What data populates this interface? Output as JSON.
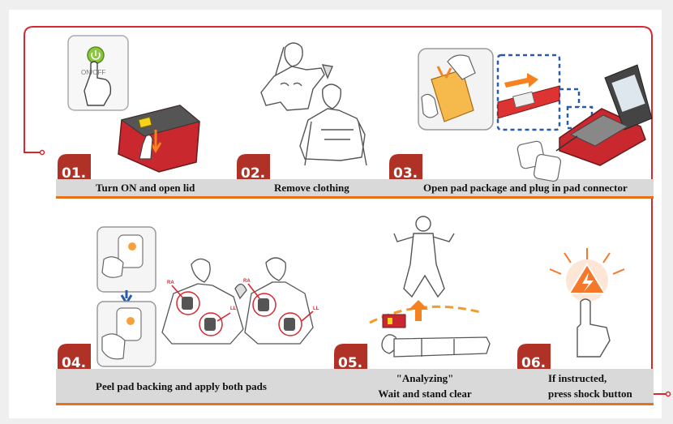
{
  "steps": [
    {
      "number": "01.",
      "label": "Turn ON and open lid"
    },
    {
      "number": "02.",
      "label": "Remove clothing"
    },
    {
      "number": "03.",
      "label": "Open pad package and plug in pad connector"
    },
    {
      "number": "04.",
      "label": "Peel pad backing and apply both pads"
    },
    {
      "number": "05.",
      "label_line1": "\"Analyzing\"",
      "label_line2": "Wait and stand clear"
    },
    {
      "number": "06.",
      "label_line1": "If instructed,",
      "label_line2": "press shock button"
    }
  ],
  "switch_label": "ON/OFF",
  "pad_markers": {
    "ra": "RA",
    "ll": "LL"
  },
  "colors": {
    "accent": "#d7282f",
    "badge": "#b03226",
    "bar_gray": "#d9d9d9",
    "bar_line": "#e8701a",
    "warning": "#f5782a"
  }
}
